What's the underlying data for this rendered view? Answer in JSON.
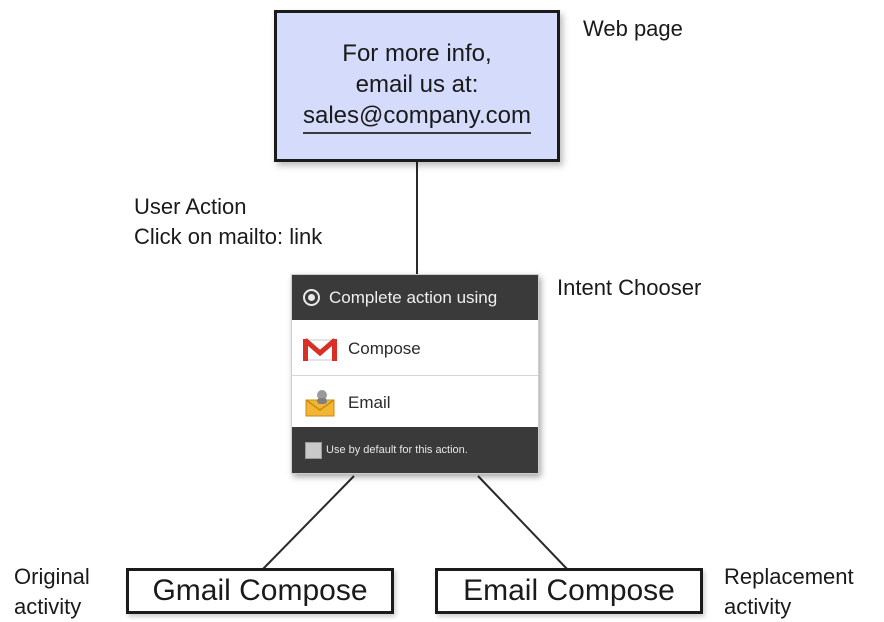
{
  "web_page": {
    "line1": "For more info,",
    "line2": "email us at:",
    "email": "sales@company.com",
    "label": "Web page"
  },
  "user_action": {
    "line1": "User Action",
    "line2": "Click on mailto: link"
  },
  "chooser": {
    "label": "Intent Chooser",
    "header": "Complete action using",
    "options": [
      "Compose",
      "Email"
    ],
    "footer": "Use by default for this action."
  },
  "targets": {
    "gmail": "Gmail Compose",
    "email": "Email Compose",
    "original_line1": "Original",
    "original_line2": "activity",
    "replacement_line1": "Replacement",
    "replacement_line2": "activity"
  },
  "colors": {
    "web_page_fill": "#d4dbfb",
    "chooser_bar": "#3a3a3a",
    "gmail_red": "#d93025",
    "email_yellow": "#f2b634"
  }
}
